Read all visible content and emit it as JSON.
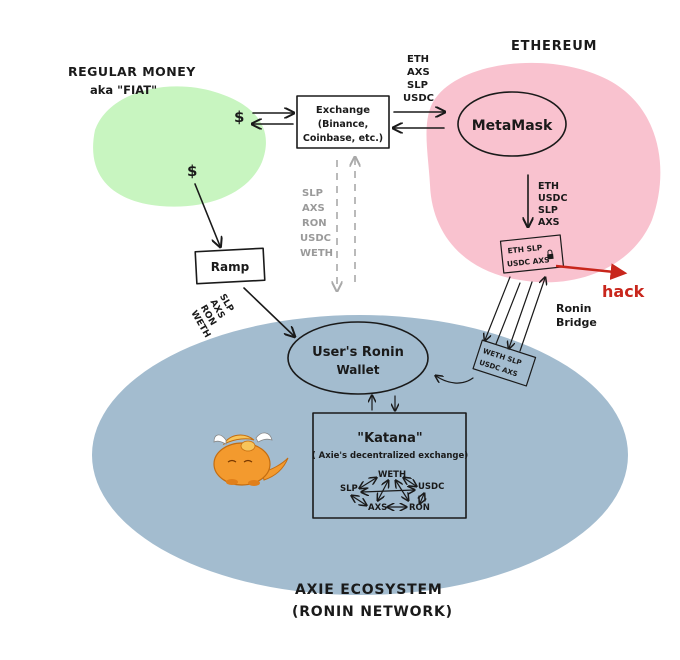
{
  "regions": {
    "fiat_title": "REGULAR MONEY",
    "fiat_subtitle": "aka \"FIAT\"",
    "ethereum_title": "ETHEREUM",
    "axie_title_line1": "AXIE ECOSYSTEM",
    "axie_title_line2": "(RONIN NETWORK)"
  },
  "nodes": {
    "exchange_line1": "Exchange",
    "exchange_line2": "(Binance,",
    "exchange_line3": "Coinbase, etc.)",
    "metamask": "MetaMask",
    "ramp": "Ramp",
    "ronin_wallet_line1": "User's Ronin",
    "ronin_wallet_line2": "Wallet",
    "katana_title": "\"Katana\"",
    "katana_subtitle": "( Axie's decentralized exchange)",
    "bridge_top_line1": "ETH  SLP",
    "bridge_top_line2": "USDC  AXS",
    "bridge_bottom_line1": "WETH  SLP",
    "bridge_bottom_line2": "USDC  AXS"
  },
  "katana_tokens": {
    "weth": "WETH",
    "slp": "SLP",
    "usdc": "USDC",
    "axs": "AXS",
    "ron": "RON"
  },
  "labels": {
    "dollar_left": "$",
    "dollar_down": "$",
    "exchange_to_metamask": [
      "ETH",
      "AXS",
      "SLP",
      "USDC"
    ],
    "metamask_down": [
      "ETH",
      "USDC",
      "SLP",
      "AXS"
    ],
    "exchange_ronin_dashed": [
      "SLP",
      "AXS",
      "RON",
      "USDC",
      "WETH"
    ],
    "ramp_to_ronin": [
      "SLP",
      "AXS",
      "RON",
      "WETH"
    ],
    "ronin_bridge_line1": "Ronin",
    "ronin_bridge_line2": "Bridge",
    "hack": "hack"
  },
  "colors": {
    "fiat_green": "#c8f5c0",
    "ethereum_pink": "#f9c2cf",
    "ronin_blue": "#a3bccf",
    "hack_red": "#c8261c",
    "axie_orange": "#f39a2e"
  },
  "icons": {
    "axie": "axie-creature-icon",
    "lock": "lock-icon"
  }
}
